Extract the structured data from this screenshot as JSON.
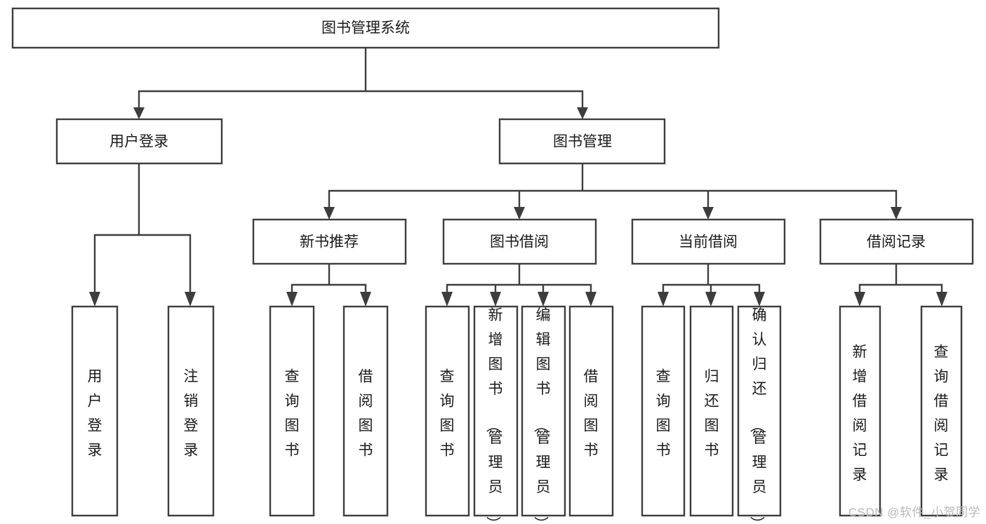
{
  "diagram": {
    "type": "tree-hierarchy",
    "title": "图书管理系统",
    "watermark": "CSDN @软件_小贺同学",
    "colors": {
      "box_stroke": "#3d3d3d",
      "box_fill": "#ffffff",
      "text": "#1a1a1a",
      "background": "#ffffff",
      "watermark": "#b9b9b9"
    },
    "levels": [
      {
        "level": 1,
        "nodes": [
          {
            "id": "root",
            "label": "图书管理系统",
            "orientation": "horizontal"
          }
        ]
      },
      {
        "level": 2,
        "nodes": [
          {
            "id": "login",
            "label": "用户登录",
            "orientation": "horizontal",
            "parent": "root"
          },
          {
            "id": "bookmgmt",
            "label": "图书管理",
            "orientation": "horizontal",
            "parent": "root"
          }
        ]
      },
      {
        "level": 3,
        "nodes": [
          {
            "id": "newbook",
            "label": "新书推荐",
            "orientation": "horizontal",
            "parent": "bookmgmt"
          },
          {
            "id": "borrow",
            "label": "图书借阅",
            "orientation": "horizontal",
            "parent": "bookmgmt"
          },
          {
            "id": "current",
            "label": "当前借阅",
            "orientation": "horizontal",
            "parent": "bookmgmt"
          },
          {
            "id": "records",
            "label": "借阅记录",
            "orientation": "horizontal",
            "parent": "bookmgmt"
          }
        ]
      },
      {
        "level": 4,
        "nodes": [
          {
            "id": "leaf-1",
            "label": "用户登录",
            "orientation": "vertical",
            "parent": "login"
          },
          {
            "id": "leaf-2",
            "label": "注销登录",
            "orientation": "vertical",
            "parent": "login"
          },
          {
            "id": "leaf-3",
            "label": "查询图书",
            "orientation": "vertical",
            "parent": "newbook"
          },
          {
            "id": "leaf-4",
            "label": "借阅图书",
            "orientation": "vertical",
            "parent": "newbook"
          },
          {
            "id": "leaf-5",
            "label": "查询图书",
            "orientation": "vertical",
            "parent": "borrow"
          },
          {
            "id": "leaf-6",
            "label": "新增图书（管理员）",
            "orientation": "vertical",
            "parent": "borrow"
          },
          {
            "id": "leaf-7",
            "label": "编辑图书（管理员）",
            "orientation": "vertical",
            "parent": "borrow"
          },
          {
            "id": "leaf-8",
            "label": "借阅图书",
            "orientation": "vertical",
            "parent": "borrow"
          },
          {
            "id": "leaf-9",
            "label": "查询图书",
            "orientation": "vertical",
            "parent": "current"
          },
          {
            "id": "leaf-10",
            "label": "归还图书",
            "orientation": "vertical",
            "parent": "current"
          },
          {
            "id": "leaf-11",
            "label": "确认归还（管理员）",
            "orientation": "vertical",
            "parent": "current"
          },
          {
            "id": "leaf-12",
            "label": "新增借阅记录",
            "orientation": "vertical",
            "parent": "records"
          },
          {
            "id": "leaf-13",
            "label": "查询借阅记录",
            "orientation": "vertical",
            "parent": "records"
          }
        ]
      }
    ]
  }
}
